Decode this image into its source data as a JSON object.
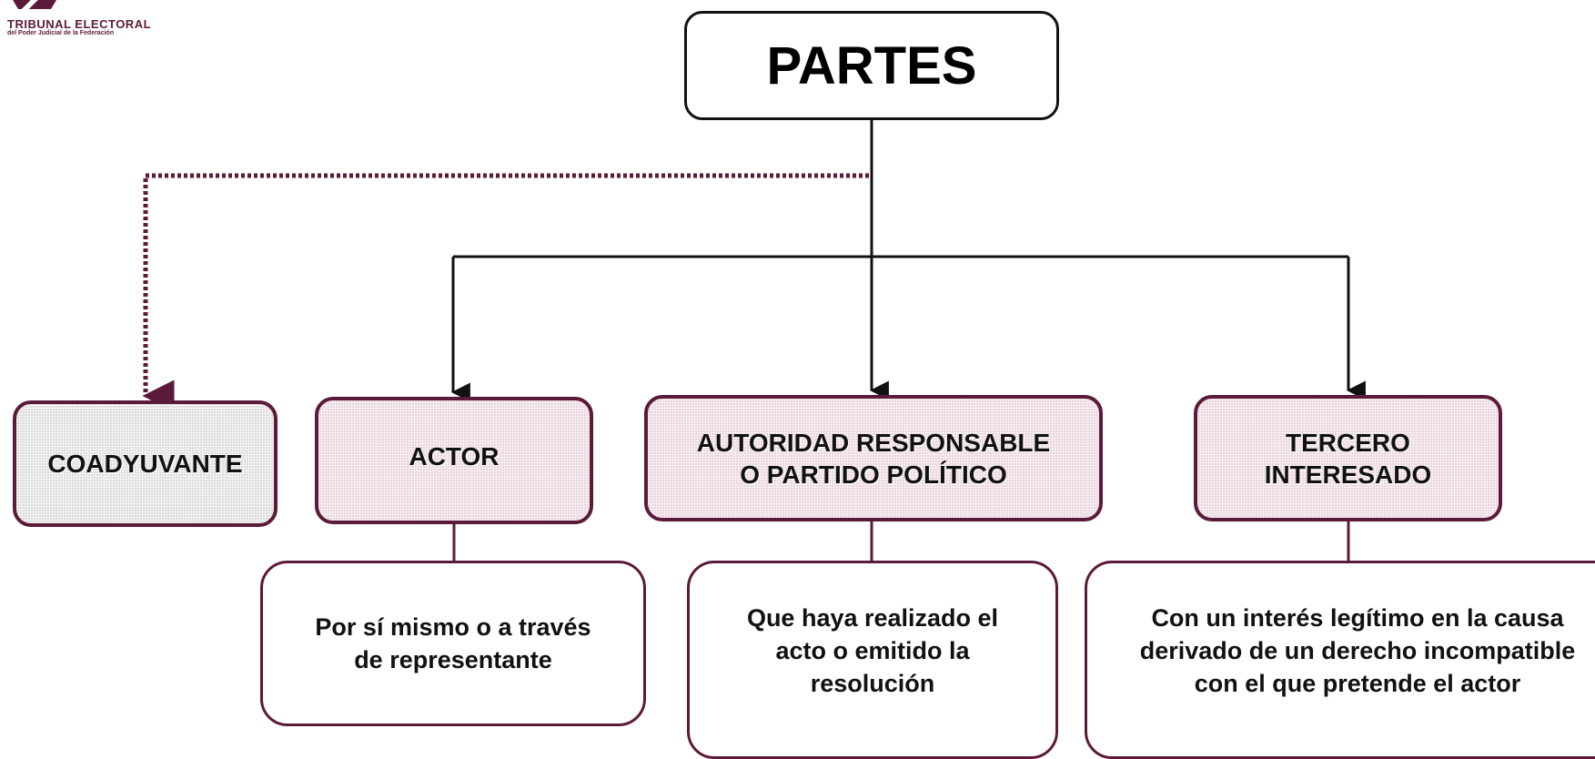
{
  "logo": {
    "line1": "TRIBUNAL ELECTORAL",
    "line2": "del Poder Judicial de la Federación"
  },
  "diagram": {
    "title": "PARTES",
    "coadyuvante": "COADYUVANTE",
    "parties": [
      {
        "name": [
          "ACTOR"
        ],
        "description": [
          "Por sí mismo o a través",
          "de representante"
        ]
      },
      {
        "name": [
          "AUTORIDAD RESPONSABLE",
          "O PARTIDO POLÍTICO"
        ],
        "description": [
          "Que haya realizado el",
          "acto o emitido la",
          "resolución"
        ]
      },
      {
        "name": [
          "TERCERO",
          "INTERESADO"
        ],
        "description": [
          "Con un interés legítimo en la causa",
          "derivado de un derecho incompatible",
          "con el que pretende el actor"
        ]
      }
    ]
  },
  "colors": {
    "accent": "#5c1a3a",
    "party_fill": "#ead6de",
    "coadyuvante_fill": "#dcdcdc",
    "connector": "#111111"
  }
}
